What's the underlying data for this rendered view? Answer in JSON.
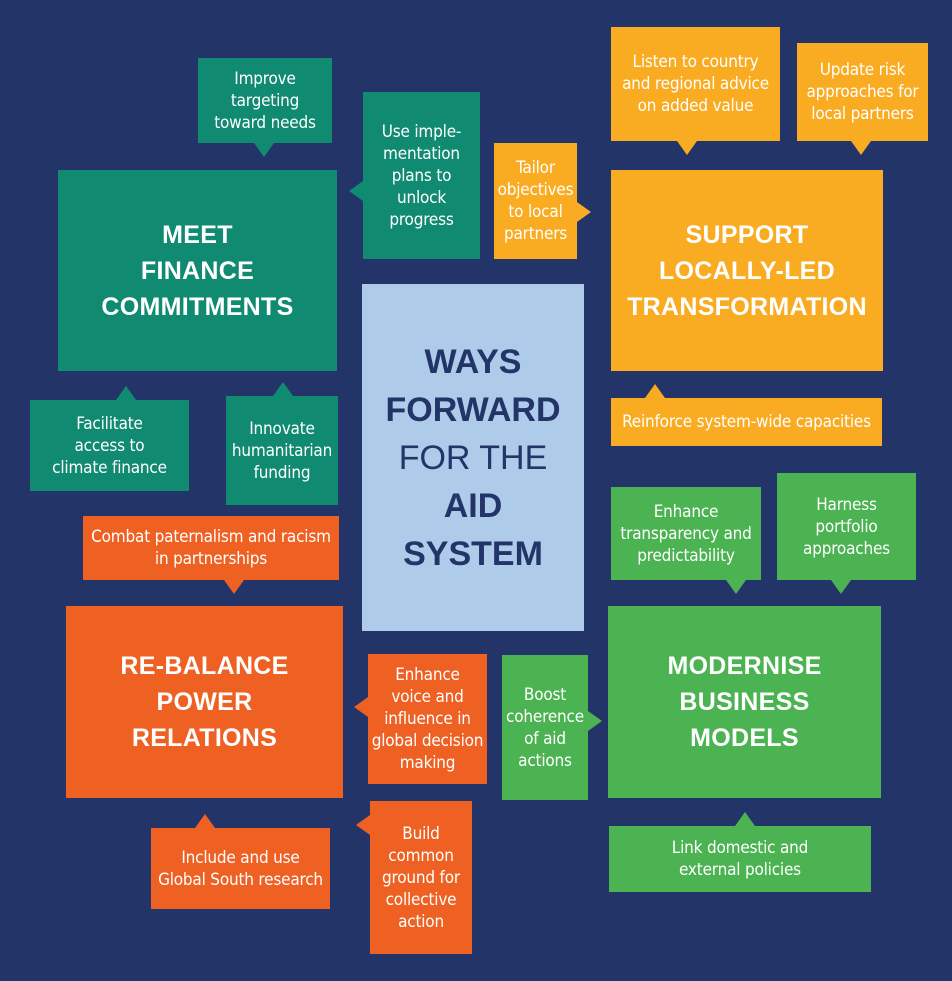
{
  "center": {
    "line1": "WAYS",
    "line2": "FORWARD",
    "line3": "FOR THE",
    "line4": "AID",
    "line5": "SYSTEM"
  },
  "quadrants": {
    "finance": {
      "title": "MEET\nFINANCE\nCOMMITMENTS",
      "items": {
        "targeting": "Improve\ntargeting\ntoward needs",
        "implementation": "Use imple-\nmentation\nplans to\nunlock\nprogress",
        "climate": "Facilitate\naccess to\nclimate finance",
        "humanitarian": "Innovate\nhumanitarian\nfunding"
      }
    },
    "local": {
      "title": "SUPPORT\nLOCALLY-LED\nTRANSFORMATION",
      "items": {
        "advice": "Listen to country\nand regional advice\non added value",
        "risk": "Update risk\napproaches for\nlocal partners",
        "tailor": "Tailor\nobjectives\nto local\npartners",
        "capacities": "Reinforce system-wide capacities"
      }
    },
    "power": {
      "title": "RE-BALANCE\nPOWER\nRELATIONS",
      "items": {
        "paternalism": "Combat paternalism and racism\nin partnerships",
        "voice": "Enhance\nvoice and\ninfluence in\nglobal decision\nmaking",
        "research": "Include and use\nGlobal South research",
        "ground": "Build\ncommon\nground for\ncollective\naction"
      }
    },
    "business": {
      "title": "MODERNISE\nBUSINESS\nMODELS",
      "items": {
        "transparency": "Enhance\ntransparency and\npredictability",
        "portfolio": "Harness\nportfolio\napproaches",
        "coherence": "Boost\ncoherence\nof aid\nactions",
        "policies": "Link domestic and\nexternal policies"
      }
    }
  },
  "colors": {
    "background": "#223468",
    "teal": "#108b72",
    "yellow": "#f9ab21",
    "orange": "#ef6023",
    "green": "#4bb351",
    "center": "#aecbea",
    "center_text": "#223468"
  }
}
